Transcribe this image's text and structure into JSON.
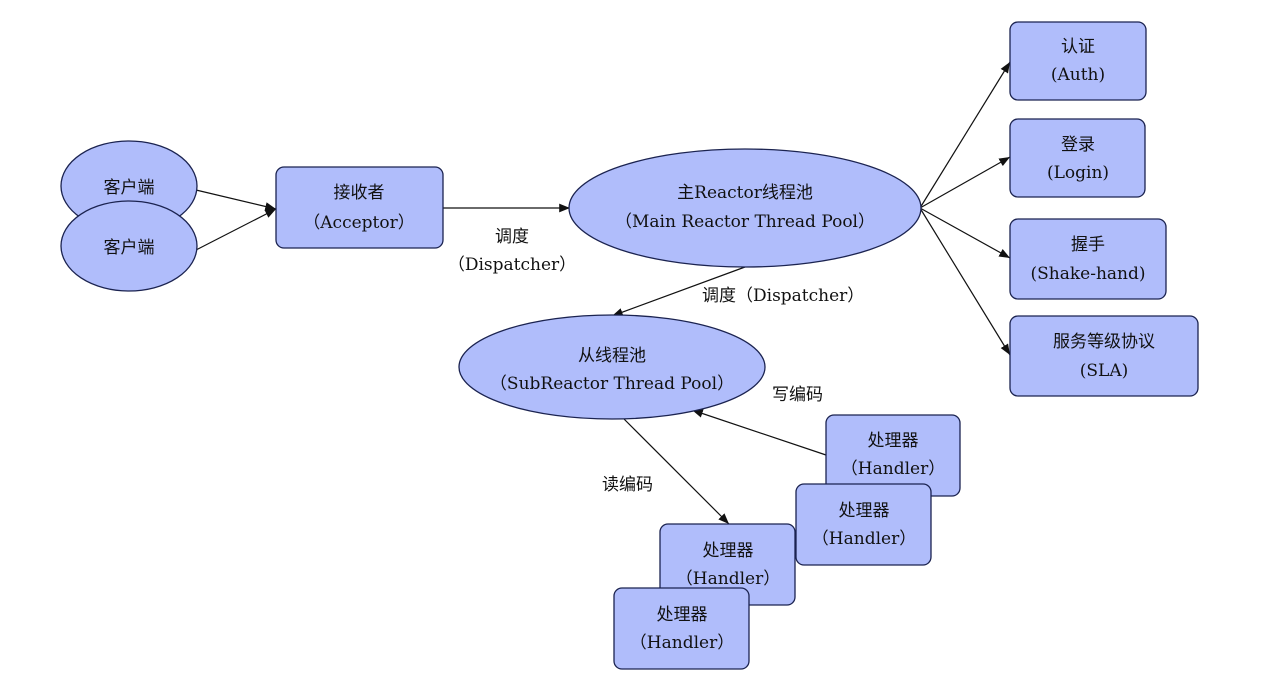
{
  "nodes": {
    "client1": {
      "line1": "客户端"
    },
    "client2": {
      "line1": "客户端"
    },
    "acceptor": {
      "line1": "接收者",
      "line2": "（Acceptor）"
    },
    "main_reactor": {
      "line1": "主Reactor线程池",
      "line2": "（Main Reactor Thread Pool）"
    },
    "auth": {
      "line1": "认证",
      "line2": "(Auth)"
    },
    "login": {
      "line1": "登录",
      "line2": "(Login)"
    },
    "shake": {
      "line1": "握手",
      "line2": "(Shake-hand)"
    },
    "sla": {
      "line1": "服务等级协议",
      "line2": "(SLA)"
    },
    "sub_reactor": {
      "line1": "从线程池",
      "line2": "（SubReactor Thread Pool）"
    },
    "handler1": {
      "line1": "处理器",
      "line2": "（Handler）"
    },
    "handler2": {
      "line1": "处理器",
      "line2": "（Handler）"
    },
    "handler3": {
      "line1": "处理器",
      "line2": "（Handler）"
    },
    "handler4": {
      "line1": "处理器",
      "line2": "（Handler）"
    }
  },
  "edge_labels": {
    "dispatch1_line1": "调度",
    "dispatch1_line2": "（Dispatcher）",
    "dispatch2": "调度（Dispatcher）",
    "write_encode": "写编码",
    "read_encode": "读编码"
  },
  "colors": {
    "node_fill": "#b0bdfb",
    "node_stroke": "#1b2350"
  }
}
